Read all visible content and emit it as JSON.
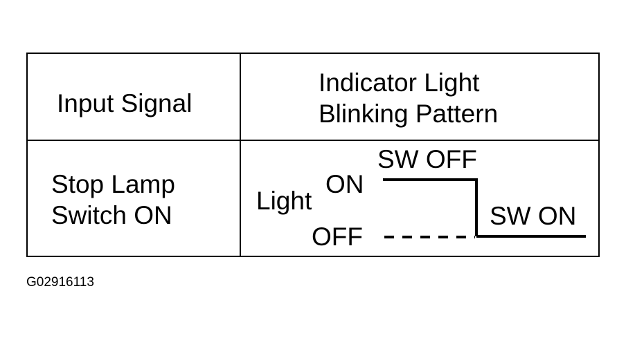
{
  "table": {
    "header_input": "Input Signal",
    "header_pattern_line1": "Indicator Light",
    "header_pattern_line2": "Blinking Pattern",
    "row_label_line1": "Stop Lamp",
    "row_label_line2": "Switch ON"
  },
  "diagram": {
    "sw_off_label": "SW OFF",
    "sw_on_label": "SW ON",
    "light_label": "Light",
    "on_label": "ON",
    "off_label": "OFF"
  },
  "figure_id": "G02916113"
}
